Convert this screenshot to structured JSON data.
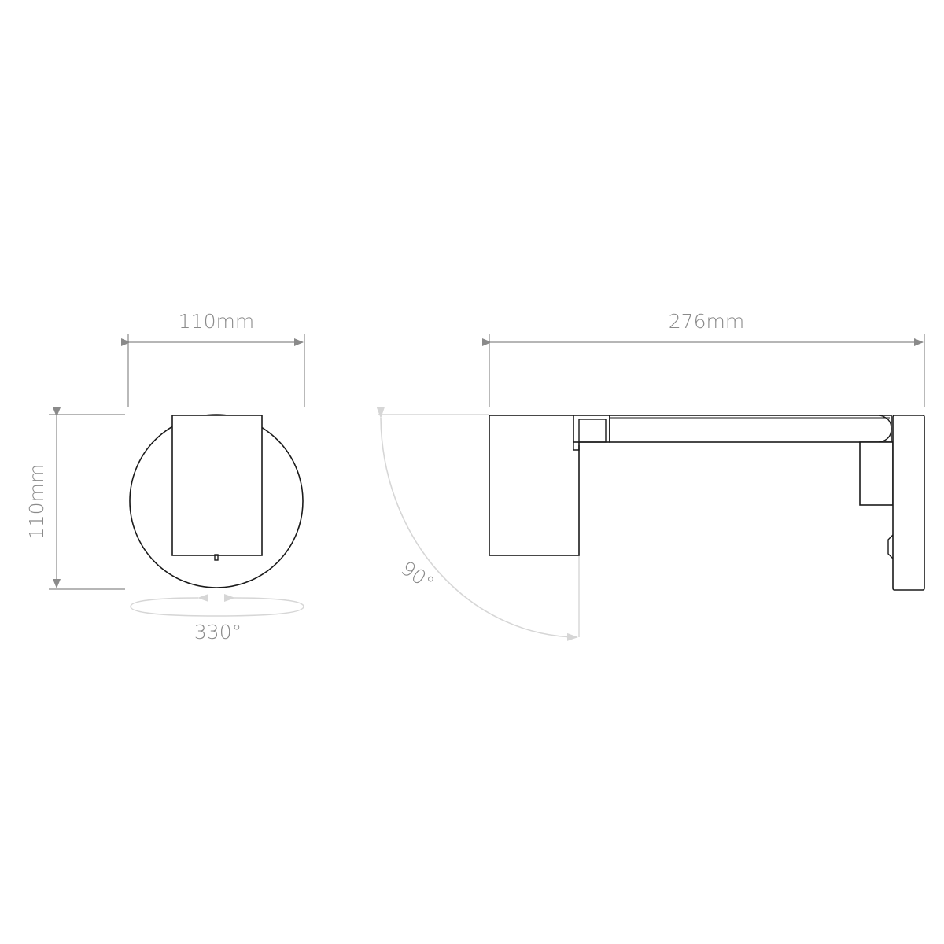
{
  "front_view": {
    "width_label": "110mm",
    "height_label": "110mm",
    "rotation_label": "330°"
  },
  "side_view": {
    "length_label": "276mm",
    "tilt_label": "90°"
  },
  "colors": {
    "line": "#1a1a1a",
    "dimension": "#8a8a8a",
    "angle_arc": "#d6d6d6",
    "background": "#ffffff"
  }
}
